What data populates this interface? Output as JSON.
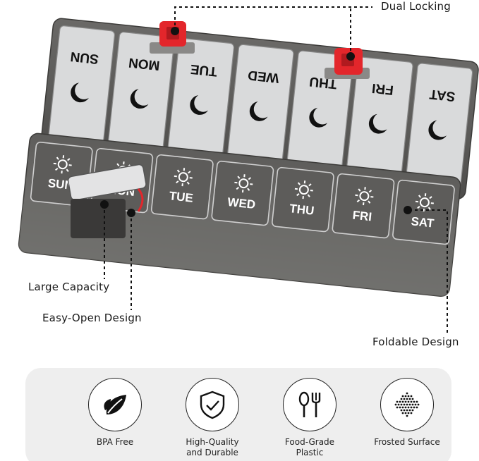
{
  "callouts": {
    "dual_locking": "Dual Locking",
    "large_capacity": "Large Capacity",
    "easy_open": "Easy-Open Design",
    "foldable": "Foldable Design"
  },
  "lid_days": [
    "SUN",
    "MON",
    "TUE",
    "WED",
    "THU",
    "FRI",
    "SAT"
  ],
  "base_days": [
    "SUN",
    "MON",
    "TUE",
    "WED",
    "THU",
    "FRI",
    "SAT"
  ],
  "features": [
    {
      "label": "BPA Free",
      "icon": "leaf-icon"
    },
    {
      "label": "High-Quality\nand Durable",
      "icon": "shield-check-icon"
    },
    {
      "label": "Food-Grade\nPlastic",
      "icon": "spoon-fork-icon"
    },
    {
      "label": "Frosted Surface",
      "icon": "dots-pattern-icon"
    }
  ],
  "colors": {
    "case": "#5b5a58",
    "compartment": "#d9dadb",
    "lock": "#e3262b",
    "panel": "#eeeeee"
  }
}
